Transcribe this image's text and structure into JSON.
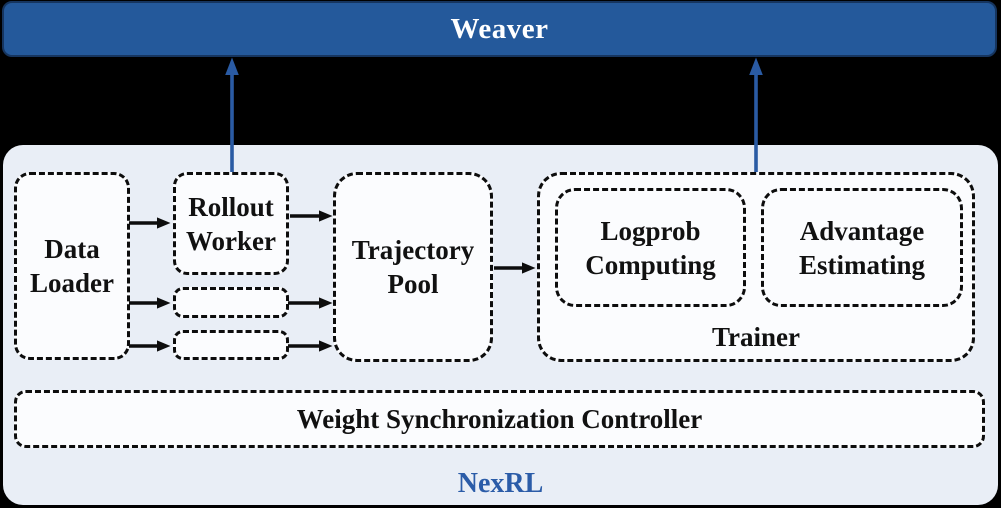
{
  "colors": {
    "background": "#000000",
    "weaver_bar_fill": "#24599B",
    "weaver_bar_border": "#16355F",
    "weaver_text": "#FFFFFF",
    "container_fill": "#E9EEF6",
    "box_fill": "#FBFCFE",
    "box_border": "#0D0D0D",
    "black_arrow": "#0D0D0D",
    "blue_arrow": "#2A5BA4",
    "nexrl_label_text": "#2B5CA8",
    "label_text": "#111111"
  },
  "weaver": {
    "label": "Weaver"
  },
  "nexrl": {
    "label": "NexRL",
    "boxes": {
      "data_loader": "Data\nLoader",
      "rollout_worker": "Rollout\nWorker",
      "trajectory_pool": "Trajectory\nPool",
      "logprob_computing": "Logprob\nComputing",
      "advantage_estimating": "Advantage\nEstimating",
      "trainer": "Trainer",
      "weight_sync_controller": "Weight Synchronization Controller"
    }
  },
  "edges": [
    {
      "from": "data-loader",
      "to": "rollout-worker",
      "style": "black-arrow"
    },
    {
      "from": "data-loader",
      "to": "rollout-worker-replica-1",
      "style": "black-arrow"
    },
    {
      "from": "data-loader",
      "to": "rollout-worker-replica-2",
      "style": "black-arrow"
    },
    {
      "from": "rollout-worker",
      "to": "trajectory-pool",
      "style": "black-arrow"
    },
    {
      "from": "rollout-worker-replica-1",
      "to": "trajectory-pool",
      "style": "black-arrow"
    },
    {
      "from": "rollout-worker-replica-2",
      "to": "trajectory-pool",
      "style": "black-arrow"
    },
    {
      "from": "trajectory-pool",
      "to": "trainer",
      "style": "black-arrow"
    },
    {
      "from": "rollout-worker",
      "to": "weaver",
      "style": "blue-arrow"
    },
    {
      "from": "trainer",
      "to": "weaver",
      "style": "blue-arrow"
    }
  ]
}
